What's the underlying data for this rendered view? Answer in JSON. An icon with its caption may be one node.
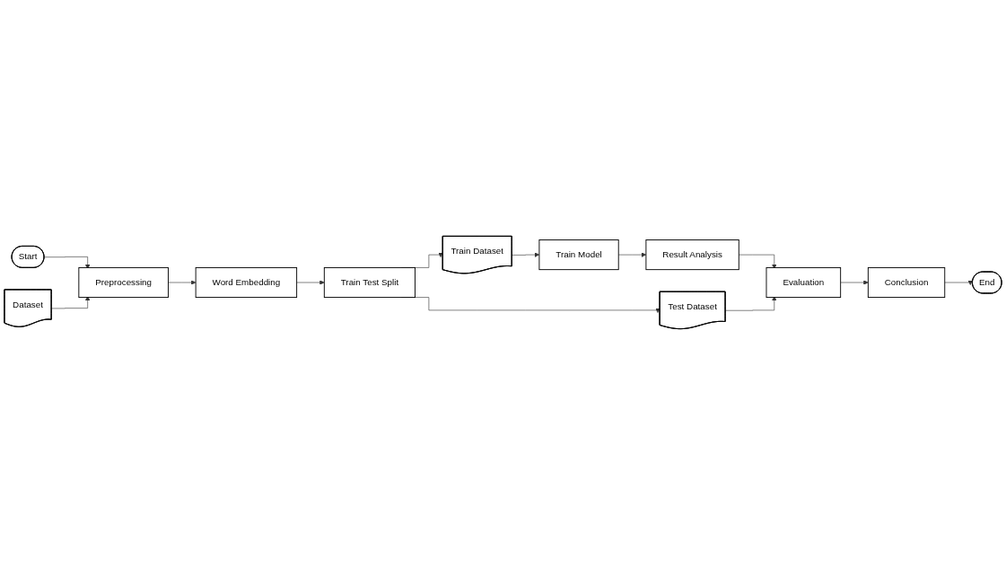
{
  "diagram": {
    "nodes": [
      {
        "text": [
          "Start"
        ]
      },
      {
        "text": [
          "Dataset"
        ]
      },
      {
        "text": [
          "Preprocessing"
        ]
      },
      {
        "text": [
          "Word Embedding"
        ]
      },
      {
        "text": [
          "Train Test Split"
        ]
      },
      {
        "text": [
          "Train Dataset"
        ]
      },
      {
        "text": [
          "Test Dataset"
        ]
      },
      {
        "text": [
          "Train Model"
        ]
      },
      {
        "text": [
          "Result Analysis"
        ]
      },
      {
        "text": [
          "Evaluation"
        ]
      },
      {
        "text": [
          "Conclusion"
        ]
      },
      {
        "text": [
          "End"
        ]
      }
    ],
    "edges": [
      {
        "from": 0,
        "to": 2,
        "arrow": "to"
      },
      {
        "from": 1,
        "to": 2,
        "arrow": "to"
      },
      {
        "from": 2,
        "to": 3,
        "arrow": "to"
      },
      {
        "from": 3,
        "to": 4,
        "arrow": "to"
      },
      {
        "from": 4,
        "to": 5,
        "arrow": "to"
      },
      {
        "from": 4,
        "to": 6,
        "arrow": "to"
      },
      {
        "from": 5,
        "to": 7,
        "arrow": "to"
      },
      {
        "from": 7,
        "to": 8,
        "arrow": "to"
      },
      {
        "from": 8,
        "to": 9,
        "arrow": "to"
      },
      {
        "from": 6,
        "to": 9,
        "arrow": "to"
      },
      {
        "from": 9,
        "to": 10,
        "arrow": "to"
      },
      {
        "from": 10,
        "to": 11,
        "arrow": "to"
      }
    ]
  }
}
